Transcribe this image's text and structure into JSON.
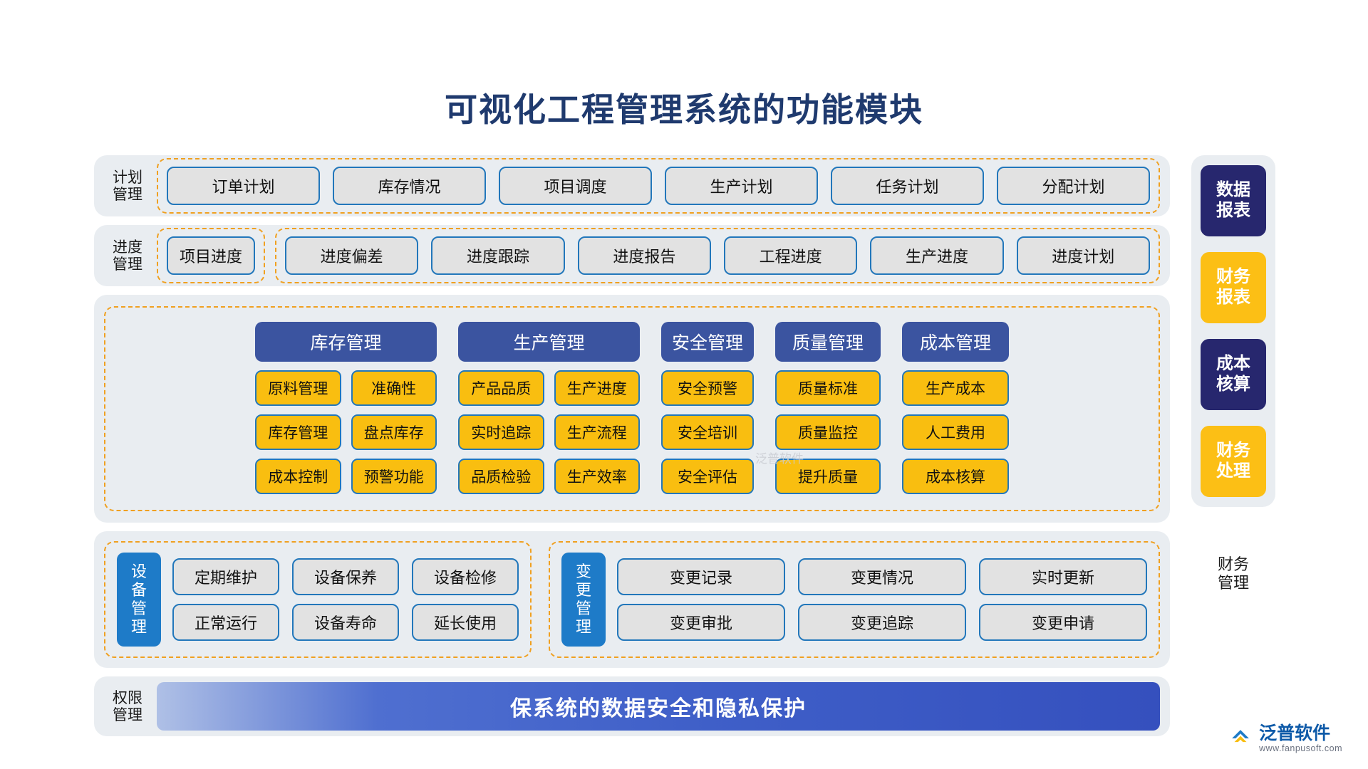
{
  "title": "可视化工程管理系统的功能模块",
  "rows": {
    "plan": {
      "label": "计划\n管理",
      "items": [
        "订单计划",
        "库存情况",
        "项目调度",
        "生产计划",
        "任务计划",
        "分配计划"
      ]
    },
    "progress": {
      "label": "进度\n管理",
      "first": [
        "项目进度"
      ],
      "items": [
        "进度偏差",
        "进度跟踪",
        "进度报告",
        "工程进度",
        "生产进度",
        "进度计划"
      ]
    },
    "core": {
      "groups": [
        {
          "header": "库存管理",
          "columns": [
            [
              "原料管理",
              "库存管理",
              "成本控制"
            ],
            [
              "准确性",
              "盘点库存",
              "预警功能"
            ]
          ]
        },
        {
          "header": "生产管理",
          "columns": [
            [
              "产品品质",
              "实时追踪",
              "品质检验"
            ],
            [
              "生产进度",
              "生产流程",
              "生产效率"
            ]
          ]
        },
        {
          "header": "安全管理",
          "columns": [
            [
              "安全预警",
              "安全培训",
              "安全评估"
            ]
          ]
        },
        {
          "header": "质量管理",
          "columns": [
            [
              "质量标准",
              "质量监控",
              "提升质量"
            ]
          ]
        },
        {
          "header": "成本管理",
          "columns": [
            [
              "生产成本",
              "人工费用",
              "成本核算"
            ]
          ]
        }
      ]
    },
    "device": {
      "tag": "设备\n管理",
      "rows": [
        [
          "定期维护",
          "设备保养",
          "设备检修"
        ],
        [
          "正常运行",
          "设备寿命",
          "延长使用"
        ]
      ]
    },
    "change": {
      "tag": "变更\n管理",
      "rows": [
        [
          "变更记录",
          "变更情况",
          "实时更新"
        ],
        [
          "变更审批",
          "变更追踪",
          "变更申请"
        ]
      ]
    },
    "permission": {
      "label": "权限\n管理",
      "banner": "保系统的数据安全和隐私保护"
    }
  },
  "sidebar": {
    "items": [
      {
        "label": "数据\n报表",
        "style": "navy"
      },
      {
        "label": "财务\n报表",
        "style": "amber"
      },
      {
        "label": "成本\n核算",
        "style": "navy"
      },
      {
        "label": "财务\n处理",
        "style": "amber"
      }
    ],
    "footer": "财务\n管理"
  },
  "watermark": "泛普软件",
  "logo": {
    "name": "泛普软件",
    "url": "www.fanpusoft.com"
  },
  "colors": {
    "title": "#1F3A6E",
    "band_bg": "#E9EDF1",
    "dash_border": "#F0A020",
    "pill_bg": "#E2E2E2",
    "pill_border": "#2277BB",
    "group_header": "#3B54A0",
    "yellow_box": "#F9BE10",
    "sidebar_navy": "#27276E",
    "sidebar_amber": "#FCBF15",
    "device_tag": "#1E7BC8"
  }
}
